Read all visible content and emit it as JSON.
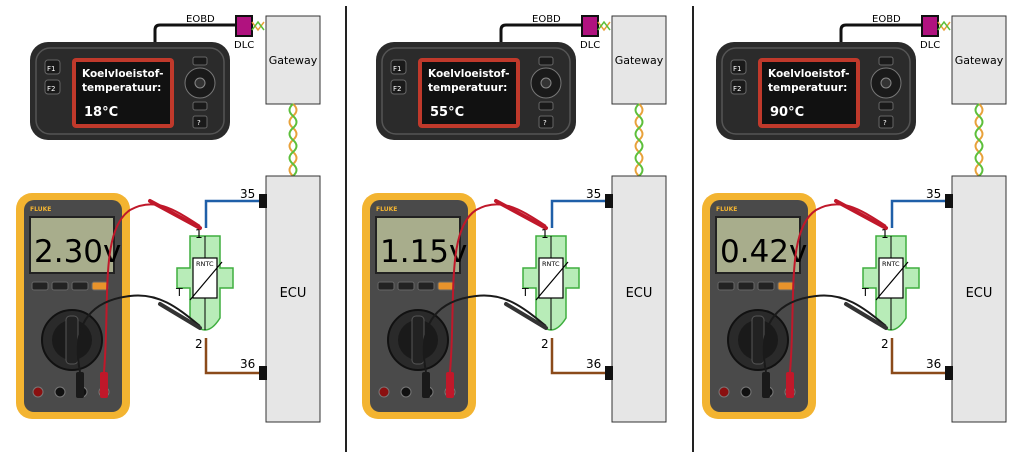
{
  "panels": [
    {
      "scanner": {
        "title_line1": "Koelvloeistof-",
        "title_line2": "temperatuur:",
        "value": "18°C",
        "f1": "F1",
        "f2": "F2",
        "help": "?"
      },
      "eobd": "EOBD",
      "dlc": "DLC",
      "gateway": "Gateway",
      "ecu": "ECU",
      "pin_top": "35",
      "pin_bottom": "36",
      "sensor": {
        "label": "RNTC",
        "terminal": "T",
        "lead1": "1",
        "lead2": "2"
      },
      "meter": {
        "reading": "2.30v",
        "brand": "FLUKE"
      }
    },
    {
      "scanner": {
        "title_line1": "Koelvloeistof-",
        "title_line2": "temperatuur:",
        "value": "55°C",
        "f1": "F1",
        "f2": "F2",
        "help": "?"
      },
      "eobd": "EOBD",
      "dlc": "DLC",
      "gateway": "Gateway",
      "ecu": "ECU",
      "pin_top": "35",
      "pin_bottom": "36",
      "sensor": {
        "label": "RNTC",
        "terminal": "T",
        "lead1": "1",
        "lead2": "2"
      },
      "meter": {
        "reading": "1.15v",
        "brand": "FLUKE"
      }
    },
    {
      "scanner": {
        "title_line1": "Koelvloeistof-",
        "title_line2": "temperatuur:",
        "value": "90°C",
        "f1": "F1",
        "f2": "F2",
        "help": "?"
      },
      "eobd": "EOBD",
      "dlc": "DLC",
      "gateway": "Gateway",
      "ecu": "ECU",
      "pin_top": "35",
      "pin_bottom": "36",
      "sensor": {
        "label": "RNTC",
        "terminal": "T",
        "lead1": "1",
        "lead2": "2"
      },
      "meter": {
        "reading": "0.42v",
        "brand": "FLUKE"
      }
    }
  ],
  "colors": {
    "scanner_body": "#2b2b2b",
    "scanner_trim": "#c0392b",
    "screen": "#111111",
    "gateway_fill": "#e6e6e6",
    "ecu_fill": "#e6e6e6",
    "wire_blue": "#1f5fa8",
    "wire_brown": "#8b4a1a",
    "lead_red": "#c0182a",
    "lead_black": "#1a1a1a",
    "sensor_green": "#7ddc7d",
    "meter_yellow": "#f3b431",
    "meter_lcd": "#a8ad8c",
    "dlc_magenta": "#b0127f",
    "twisted_orange": "#e8a13a",
    "twisted_green": "#5cbf3a",
    "divider": "#222222"
  }
}
